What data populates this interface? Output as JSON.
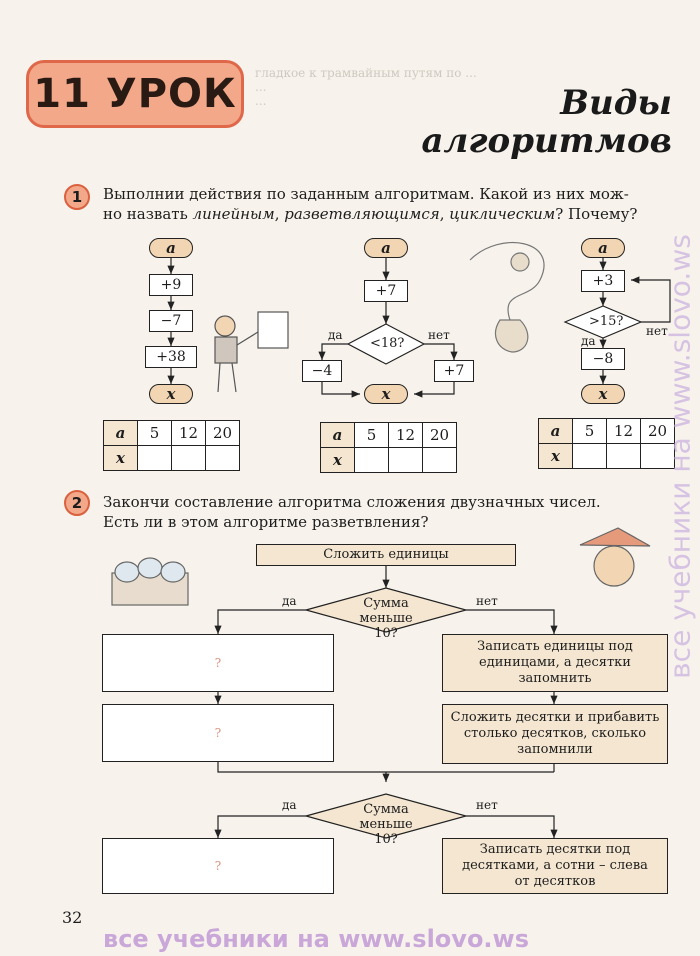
{
  "lesson_label": "11 УРОК",
  "title_line1": "Виды",
  "title_line2": "алгоритмов",
  "ghost_text": [
    "гладкое к трамвайным путям по ...",
    "...",
    "..."
  ],
  "task1": {
    "number": "1",
    "line1_pre": "Выполнии действия по заданным алгоритмам. Какой из них мож-",
    "line2_a": "но назвать ",
    "line2_linear": "линейным",
    "line2_sep1": ", ",
    "line2_branch": "разветвляющимся",
    "line2_sep2": ", ",
    "line2_cycle": "циклическим",
    "line2_end": "? Почему?",
    "algo1": {
      "start": "a",
      "steps": [
        "+9",
        "−7",
        "+38"
      ],
      "end": "x"
    },
    "algo2": {
      "start": "a",
      "step": "+7",
      "cond": "<18?",
      "yes": "да",
      "no": "нет",
      "yes_step": "−4",
      "no_step": "+7",
      "end": "x"
    },
    "algo3": {
      "start": "a",
      "step": "+3",
      "cond": ">15?",
      "yes": "да",
      "no": "нет",
      "after": "−8",
      "end": "x"
    },
    "table": {
      "row1": [
        "a",
        "5",
        "12",
        "20"
      ],
      "row2": [
        "x",
        "",
        "",
        ""
      ]
    }
  },
  "task2": {
    "number": "2",
    "line1": "Закончи составление алгоритма сложения двузначных чисел.",
    "line2": "Есть ли в этом алгоритме разветвления?",
    "start": "Сложить единицы",
    "cond1": [
      "Сумма",
      "меньше 10?"
    ],
    "yes": "да",
    "no": "нет",
    "right1": [
      "Записать единицы под",
      "единицами, а десятки",
      "запомнить"
    ],
    "right2": [
      "Сложить десятки и прибавить",
      "столько десятков, сколько",
      "запомнили"
    ],
    "cond2": [
      "Сумма",
      "меньше 10?"
    ],
    "right3": [
      "Записать десятки под",
      "десятками, а сотни – слева",
      "от десятков"
    ],
    "placeholder": "?"
  },
  "page_number": "32",
  "watermark_bottom": "все учебники на www.slovo.ws",
  "watermark_side": "все учебники на www.slovo.ws"
}
